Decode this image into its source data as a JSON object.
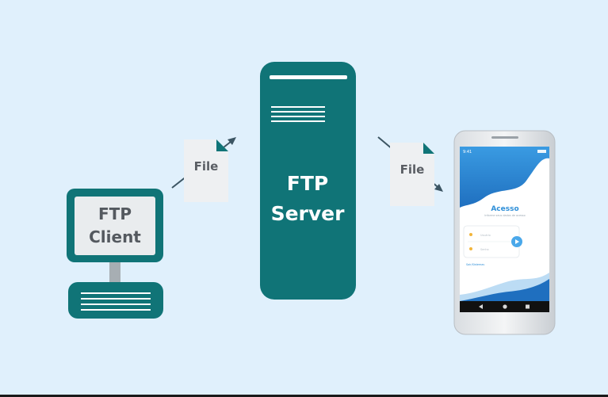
{
  "colors": {
    "background": "#e0f0fc",
    "teal": "#107477",
    "teal_dark": "#0d6466",
    "white": "#ffffff",
    "paper": "#eef0f2",
    "paper_text": "#5a5e64",
    "screen_text": "#54595f",
    "arrow": "#3c5563",
    "phone_blue": "#2f8fd8"
  },
  "client": {
    "line1": "FTP",
    "line2": "Client"
  },
  "server": {
    "line1": "FTP",
    "line2": "Server"
  },
  "file_left": {
    "label": "File"
  },
  "file_right": {
    "label": "File"
  },
  "phone": {
    "status_time": "9:41",
    "title": "Acesso",
    "subtitle": "Informe seus dados de acesso",
    "field_user_placeholder": "Usuário",
    "field_password_placeholder": "Senha",
    "link": "Sair/Sistemas"
  },
  "icons": {
    "left_arrow": "diagonal-arrow-icon",
    "right_arrow": "diagonal-arrow-icon",
    "submit": "play-icon",
    "user_field": "key-icon",
    "password_field": "lock-icon",
    "nav_back": "triangle-back-icon",
    "nav_home": "circle-home-icon",
    "nav_recent": "square-recent-icon"
  }
}
